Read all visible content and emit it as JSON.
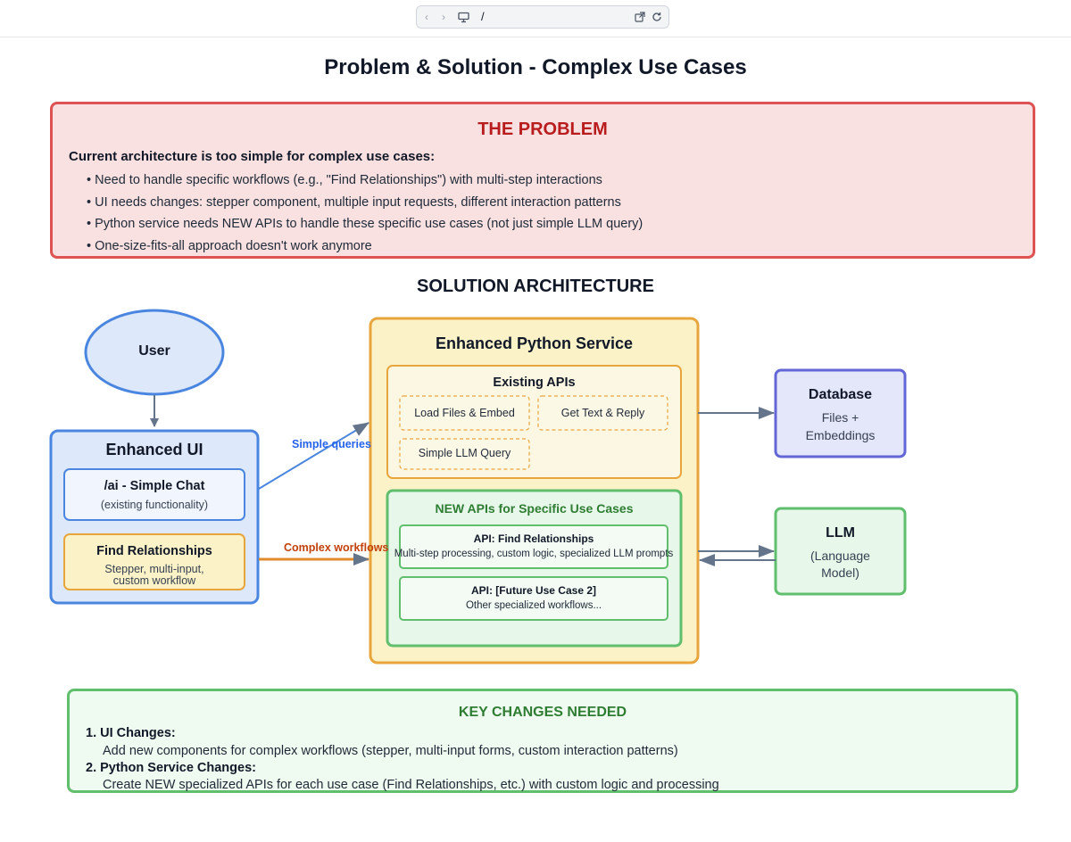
{
  "browser": {
    "path": "/"
  },
  "page_title": "Problem & Solution - Complex Use Cases",
  "problem": {
    "title": "THE PROBLEM",
    "lead": "Current architecture is too simple for complex use cases:",
    "bullets": [
      "Need to handle specific workflows (e.g., \"Find Relationships\") with multi-step interactions",
      "UI needs changes: stepper component, multiple input requests, different interaction patterns",
      "Python service needs NEW APIs to handle these specific use cases (not just simple LLM query)",
      "One-size-fits-all approach doesn't work anymore"
    ]
  },
  "solution_title": "SOLUTION ARCHITECTURE",
  "user_node": {
    "label": "User"
  },
  "enhanced_ui": {
    "title": "Enhanced UI",
    "simple_chat": {
      "title": "/ai - Simple Chat",
      "subtitle": "(existing functionality)"
    },
    "find_relationships": {
      "title": "Find Relationships",
      "line1": "Stepper, multi-input,",
      "line2": "custom workflow"
    }
  },
  "edges": {
    "simple": "Simple queries",
    "complex": "Complex workflows"
  },
  "python_service": {
    "title": "Enhanced Python Service",
    "existing": {
      "title": "Existing APIs",
      "items": [
        "Load Files & Embed",
        "Get Text & Reply",
        "Simple LLM Query"
      ]
    },
    "new_apis": {
      "title": "NEW APIs for Specific Use Cases",
      "api1": {
        "title": "API: Find Relationships",
        "desc": "Multi-step processing, custom logic, specialized LLM prompts"
      },
      "api2": {
        "title": "API: [Future Use Case 2]",
        "desc": "Other specialized workflows..."
      }
    }
  },
  "database": {
    "title": "Database",
    "line1": "Files +",
    "line2": "Embeddings"
  },
  "llm": {
    "title": "LLM",
    "line1": "(Language",
    "line2": "Model)"
  },
  "key_changes": {
    "title": "KEY CHANGES NEEDED",
    "items": [
      {
        "head": "1. UI Changes:",
        "desc": "Add new components for complex workflows (stepper, multi-input forms, custom interaction patterns)"
      },
      {
        "head": "2. Python Service Changes:",
        "desc": "Create NEW specialized APIs for each use case (Find Relationships, etc.) with custom logic and processing"
      }
    ]
  },
  "colors": {
    "problem_border": "#dd5252",
    "problem_fill": "#f9e1e1",
    "ui_border": "#4a86e0",
    "ui_fill": "#dde9fb",
    "service_border": "#e8a53c",
    "service_fill": "#fbf2c8",
    "new_border": "#5fbf6d",
    "new_fill": "#e7f7ea",
    "db_border": "#6366d6",
    "db_fill": "#e4e6fa",
    "simple_edge": "#4a86e0",
    "complex_edge": "#e08a2c",
    "arrow_gray": "#64748b"
  }
}
